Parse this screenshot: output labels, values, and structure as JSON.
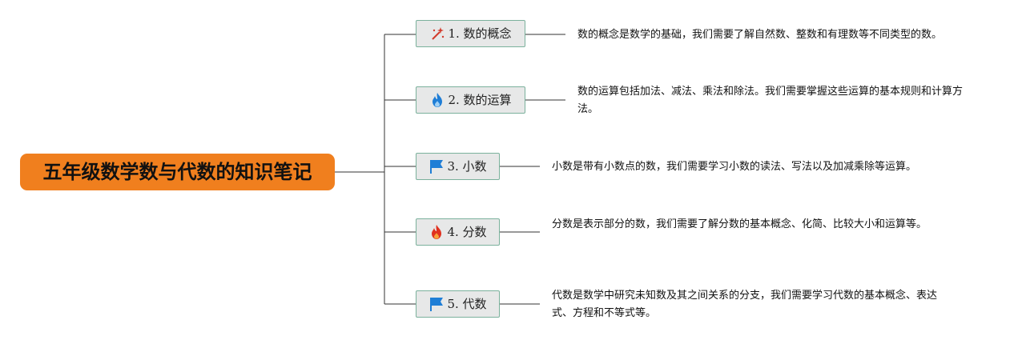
{
  "root": {
    "title": "五年级数学数与代数的知识笔记"
  },
  "branches": [
    {
      "label": "1. 数的概念",
      "icon": "magic-wand-icon",
      "description": "数的概念是数学的基础，我们需要了解自然数、整数和有理数等不同类型的数。"
    },
    {
      "label": "2. 数的运算",
      "icon": "flame-blue-icon",
      "description": "数的运算包括加法、减法、乘法和除法。我们需要掌握这些运算的基本规则和计算方法。"
    },
    {
      "label": "3. 小数",
      "icon": "blue-flag-icon",
      "description": "小数是带有小数点的数，我们需要学习小数的读法、写法以及加减乘除等运算。"
    },
    {
      "label": "4. 分数",
      "icon": "fire-icon",
      "description": "分数是表示部分的数，我们需要了解分数的基本概念、化简、比较大小和运算等。"
    },
    {
      "label": "5. 代数",
      "icon": "blue-flag-icon",
      "description": "代数是数学中研究未知数及其之间关系的分支，我们需要学习代数的基本概念、表达式、方程和不等式等。"
    }
  ],
  "colors": {
    "root": "#f07f1e",
    "connector": "#333333",
    "branch_fill": "#e7e8e8",
    "branch_border": "#7bb19c"
  }
}
